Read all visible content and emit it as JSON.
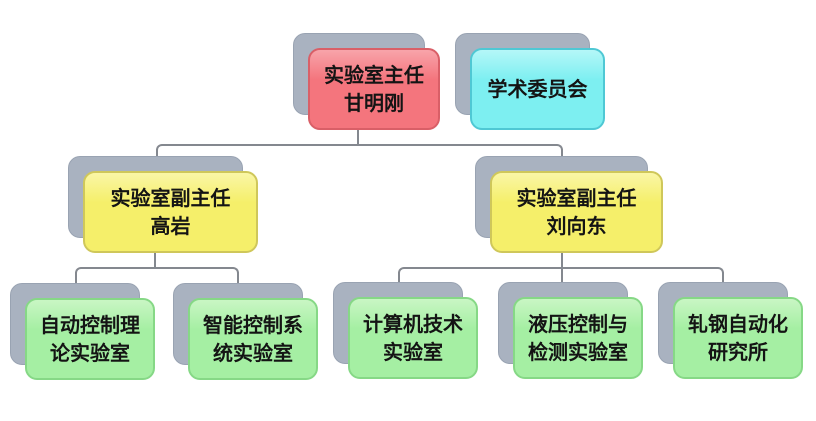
{
  "diagram_type": "org-chart",
  "colors": {
    "background": "#ffffff",
    "shadow_fill": "#a9b2c0",
    "connector": "#84888f",
    "director_fill": "#f4757d",
    "director_border": "#d95f67",
    "committee_fill": "#7deff1",
    "committee_border": "#4fc8d4",
    "deputy_fill": "#f5ef6a",
    "deputy_border": "#cfc75a",
    "lab_fill": "#a5efa3",
    "lab_border": "#86d886"
  },
  "nodes": {
    "director": {
      "line1": "实验室主任",
      "line2": "甘明刚"
    },
    "committee": {
      "line1": "学术委员会",
      "line2": ""
    },
    "deputy_left": {
      "line1": "实验室副主任",
      "line2": "高岩"
    },
    "deputy_right": {
      "line1": "实验室副主任",
      "line2": "刘向东"
    },
    "lab_auto_control": {
      "line1": "自动控制理",
      "line2": "论实验室"
    },
    "lab_intelligent": {
      "line1": "智能控制系",
      "line2": "统实验室"
    },
    "lab_computer": {
      "line1": "计算机技术",
      "line2": "实验室"
    },
    "lab_hydraulic": {
      "line1": "液压控制与",
      "line2": "检测实验室"
    },
    "lab_rolling": {
      "line1": "轧钢自动化",
      "line2": "研究所"
    }
  }
}
